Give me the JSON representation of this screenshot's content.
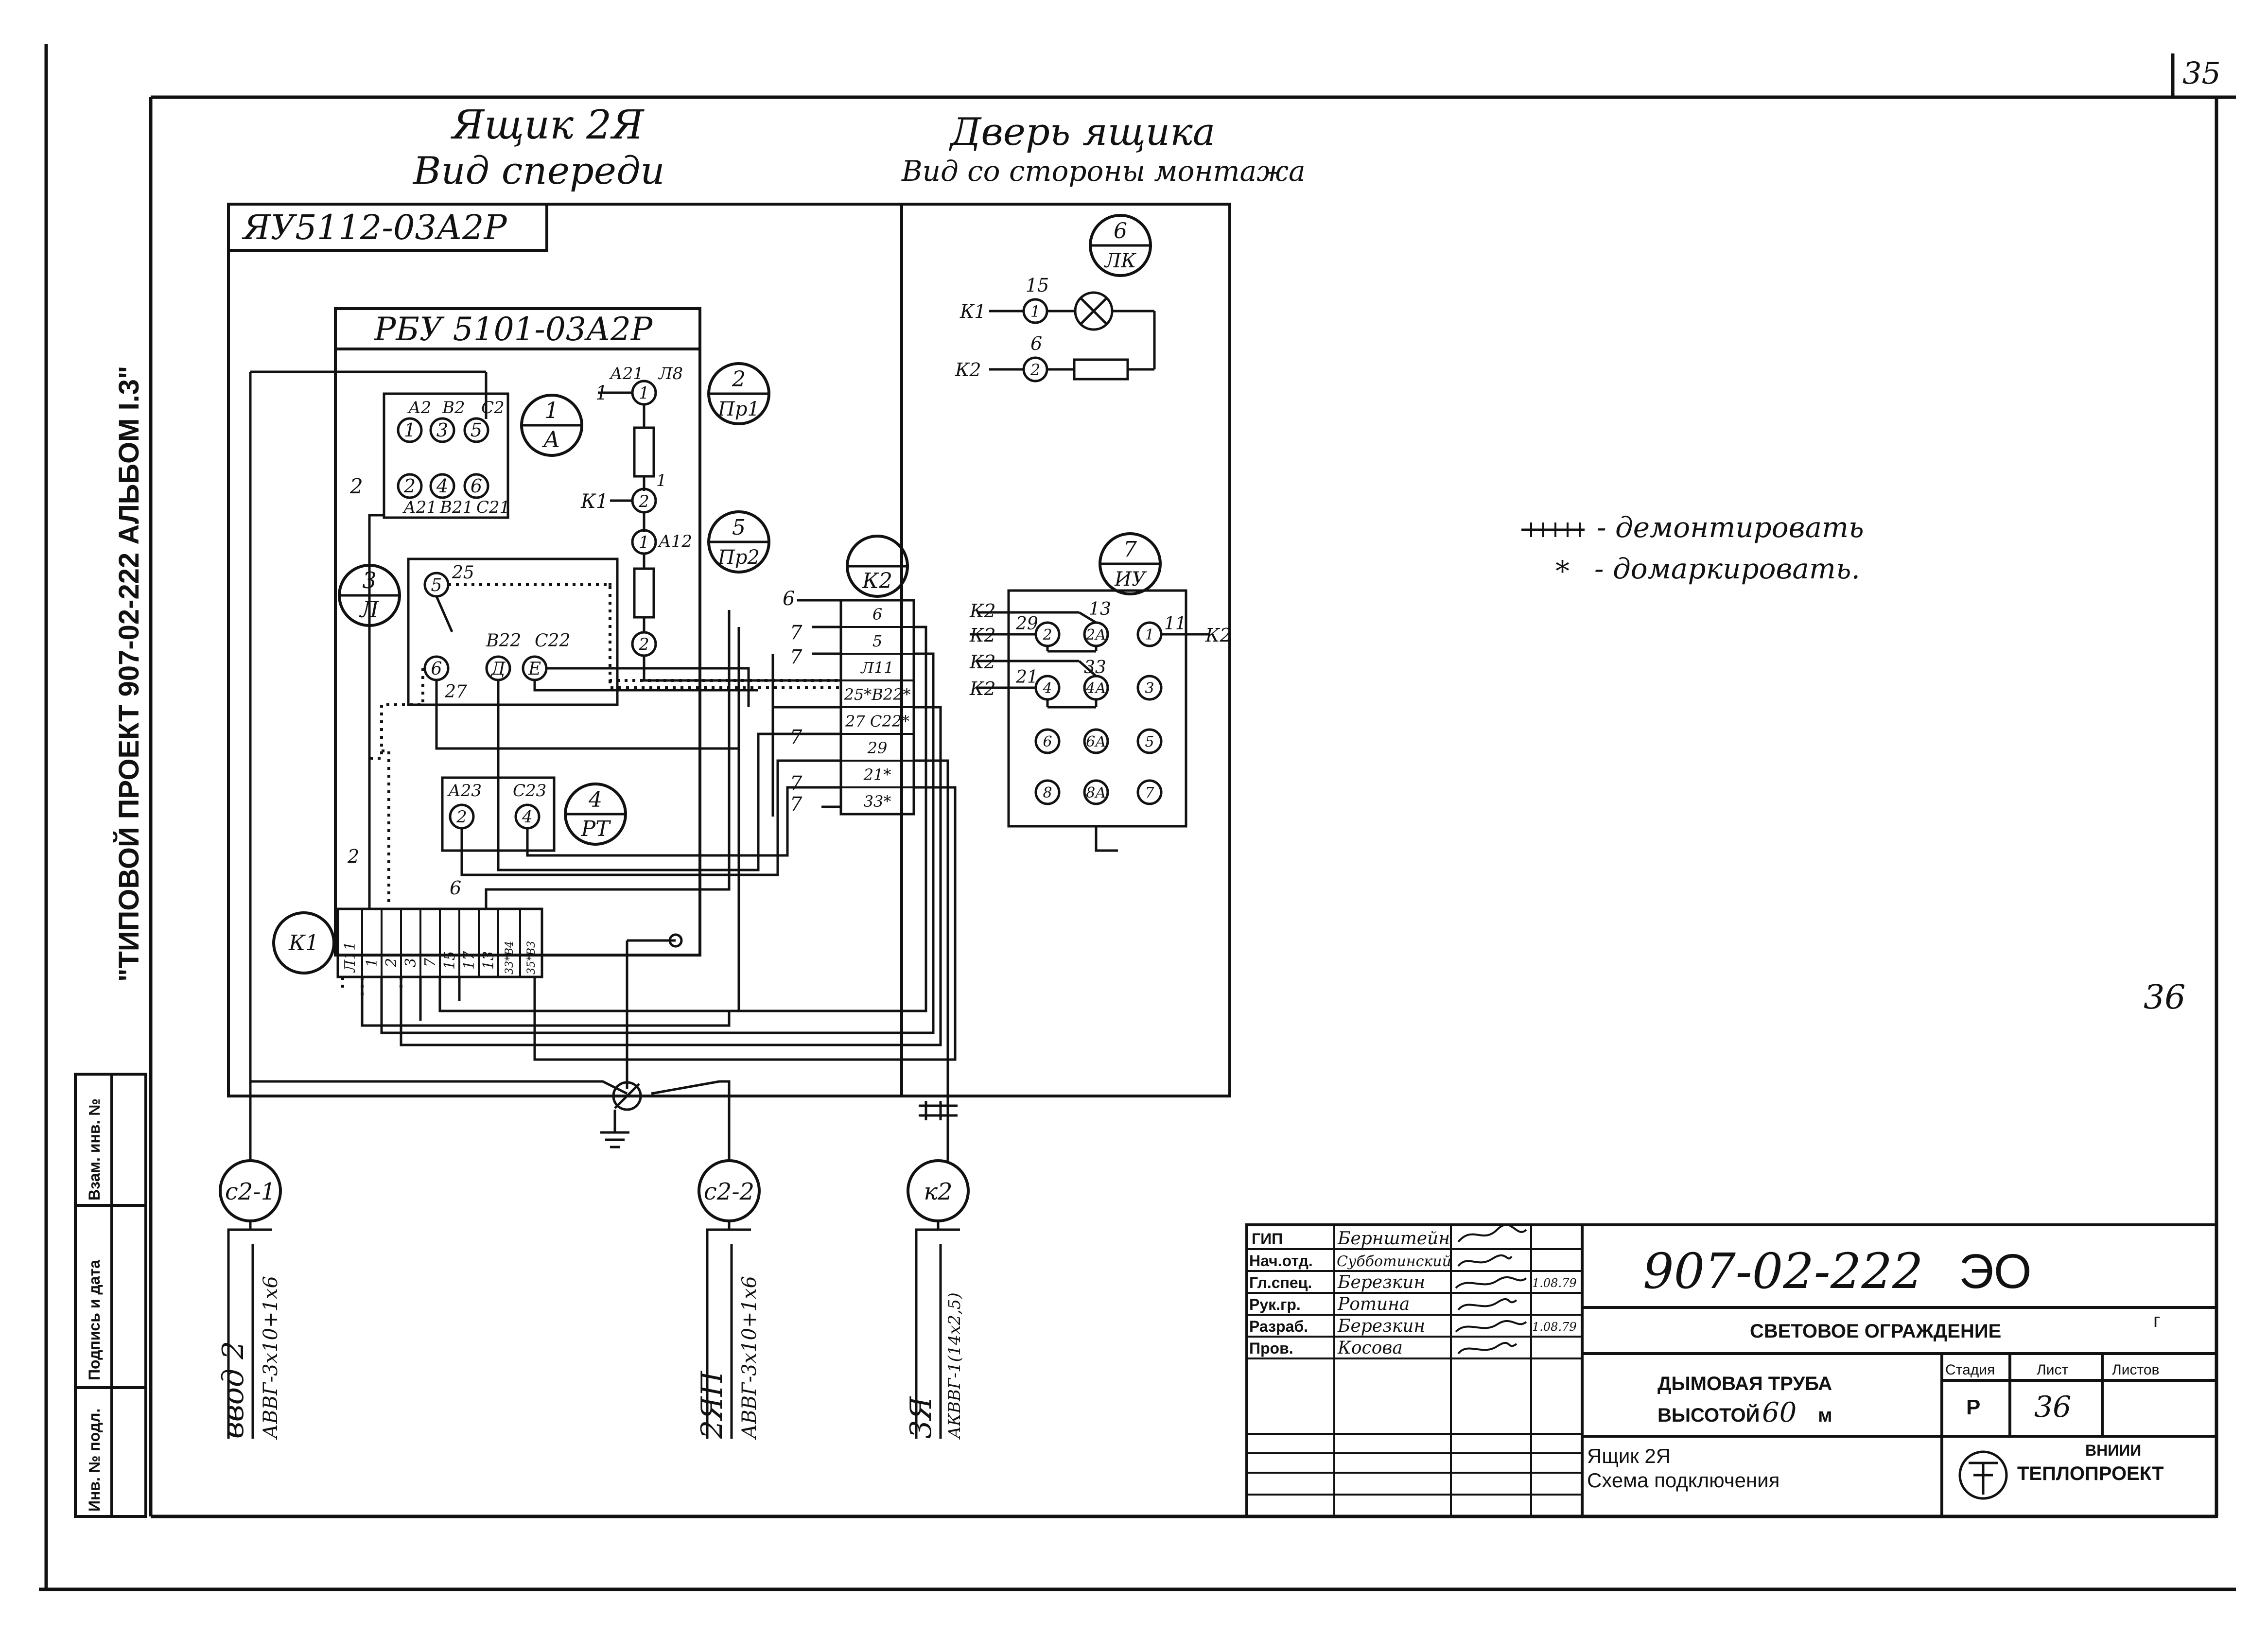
{
  "sheet": {
    "page_number": "35",
    "next_page_mark": "36",
    "side_stamp": "\"ТИПОВОЙ ПРОЕКТ 907-02-222 АЛЬБОМ I.3\"",
    "side_table_labels": [
      "Инв. № подл.",
      "Подпись и дата",
      "Взам. инв. №"
    ]
  },
  "box": {
    "title": "Ящик 2Я",
    "subtitle": "Вид спереди",
    "code": "ЯУ5112-03А2Р",
    "rbu": "РБУ 5101-03А2Р"
  },
  "door": {
    "title": "Дверь ящика",
    "subtitle": "Вид со стороны монтажа"
  },
  "legend": {
    "demount": "- демонтировать",
    "remark": "- домаркировать."
  },
  "devices": {
    "d1": {
      "num": "1",
      "label": "А"
    },
    "d2": {
      "num": "2",
      "label": "Пр1"
    },
    "d3": {
      "num": "3",
      "label": "Л"
    },
    "d4": {
      "num": "4",
      "label": "РТ"
    },
    "d5": {
      "num": "5",
      "label": "Пр2"
    },
    "d6": {
      "num": "6",
      "label": "ЛК"
    },
    "d7": {
      "num": "7",
      "label": "ИУ"
    },
    "k1": {
      "label": "К1"
    },
    "k2box": {
      "label": "К2"
    }
  },
  "terminals": {
    "row_top": [
      "А2",
      "В2",
      "С2"
    ],
    "row_bottom": [
      "А21",
      "В21",
      "С21"
    ],
    "pins_top": [
      "1",
      "3",
      "5"
    ],
    "pins_bottom": [
      "2",
      "4",
      "6"
    ],
    "k2_strip": [
      "6",
      "5",
      "Л11",
      "25*В22*",
      "27 С22*",
      "29",
      "21*",
      "33*"
    ],
    "k1_strip": [
      "Л11",
      "1",
      "2",
      "3",
      "7",
      "15",
      "17",
      "13",
      "33*В4",
      "35*В3"
    ],
    "relay": {
      "p5": "5",
      "p25": "25",
      "p6": "6",
      "p27": "27",
      "pD": "Д",
      "pE": "Е",
      "b22": "В22",
      "c22": "С22"
    },
    "rt": {
      "a23": "А23",
      "c23": "С23",
      "p2": "2",
      "p4": "4"
    },
    "fuse1": {
      "top": "А21",
      "top2": "Л8",
      "pin1": "1",
      "pin2": "2",
      "pin1b": "1"
    },
    "fuse2": {
      "top": "А12",
      "pin1": "1",
      "pin2": "2"
    },
    "iu": [
      "2",
      "2А",
      "1",
      "4",
      "4А",
      "3",
      "6",
      "6А",
      "5",
      "8",
      "8А",
      "7"
    ],
    "iu_wires": {
      "n29": "29",
      "n13": "13",
      "n11": "11",
      "n33": "33",
      "n21": "21"
    },
    "lamp": {
      "n15": "15",
      "n6": "6",
      "p1": "1",
      "p2": "2"
    }
  },
  "wire_labels": {
    "k1": "К1",
    "k2": "К2",
    "n1": "1",
    "n2": "2",
    "n6": "6",
    "n7": "7"
  },
  "cables": [
    {
      "id": "c2-1",
      "text": "с2-1",
      "name": "ввод 2",
      "spec": "АВВГ-3х10+1х6"
    },
    {
      "id": "c2-2",
      "text": "с2-2",
      "name": "2ЯП",
      "spec": "АВВГ-3х10+1х6"
    },
    {
      "id": "k2",
      "text": "к2",
      "name": "3Я",
      "spec": "АКВВГ-1(14х2,5)"
    }
  ],
  "title_block": {
    "roles": [
      "ГИП",
      "Нач.отд.",
      "Гл.спец.",
      "Рук.гр.",
      "Разраб.",
      "Пров."
    ],
    "names": [
      "Бернштейн",
      "Субботинский",
      "Березкин",
      "Ротина",
      "Березкин",
      "Косова"
    ],
    "dates": [
      "",
      "",
      "1.08.79",
      "",
      "1.08.79",
      ""
    ],
    "doc_code": "907-02-222",
    "doc_suffix": "ЭО",
    "project": "СВЕТОВОЕ ОГРАЖДЕНИЕ",
    "object_line1": "ДЫМОВАЯ ТРУБА",
    "object_line2": "ВЫСОТОЙ",
    "height": "60",
    "unit": "м",
    "stage_label": "Стадия",
    "sheet_label": "Лист",
    "sheets_label": "Листов",
    "stage": "Р",
    "sheet": "36",
    "drawing_line1": "Ящик 2Я",
    "drawing_line2": "Схема подключения",
    "org_line1": "ВНИИИ",
    "org_line2": "ТЕПЛОПРОЕКТ"
  }
}
